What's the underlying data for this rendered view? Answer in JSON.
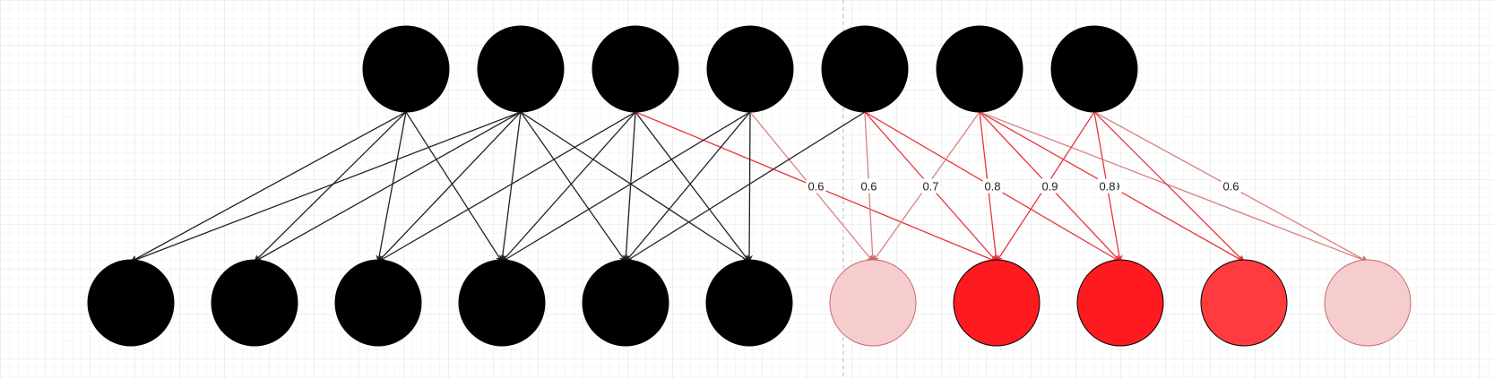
{
  "canvas": {
    "background": "#ffffff",
    "grid_minor": "#eeeeee",
    "grid_major": "#e3e3e3",
    "page_break_color": "#bdbdbd"
  },
  "colors": {
    "black": "#000000",
    "red_dark": "#ff1a20",
    "red_mid": "#ff3b40",
    "red_light": "#f6cdce",
    "edge_black": "#222222",
    "edge_red": "#e8353b",
    "edge_pink": "#d98080"
  },
  "top_nodes": [
    {
      "id": "t1",
      "fill": "#000000"
    },
    {
      "id": "t2",
      "fill": "#000000"
    },
    {
      "id": "t3",
      "fill": "#000000"
    },
    {
      "id": "t4",
      "fill": "#000000"
    },
    {
      "id": "t5",
      "fill": "#000000"
    },
    {
      "id": "t6",
      "fill": "#000000"
    },
    {
      "id": "t7",
      "fill": "#000000"
    }
  ],
  "bottom_nodes": [
    {
      "id": "b1",
      "fill": "#000000"
    },
    {
      "id": "b2",
      "fill": "#000000"
    },
    {
      "id": "b3",
      "fill": "#000000"
    },
    {
      "id": "b4",
      "fill": "#000000"
    },
    {
      "id": "b5",
      "fill": "#000000"
    },
    {
      "id": "b6",
      "fill": "#000000"
    },
    {
      "id": "b7",
      "fill": "#f6cdce"
    },
    {
      "id": "b8",
      "fill": "#ff1a20"
    },
    {
      "id": "b9",
      "fill": "#ff1a20"
    },
    {
      "id": "b10",
      "fill": "#ff3b40"
    },
    {
      "id": "b11",
      "fill": "#f6cdce"
    }
  ],
  "edges": [
    {
      "from": "t1",
      "to": "b1",
      "color": "black"
    },
    {
      "from": "t1",
      "to": "b2",
      "color": "black"
    },
    {
      "from": "t1",
      "to": "b3",
      "color": "black"
    },
    {
      "from": "t1",
      "to": "b4",
      "color": "black"
    },
    {
      "from": "t2",
      "to": "b1",
      "color": "black"
    },
    {
      "from": "t2",
      "to": "b2",
      "color": "black"
    },
    {
      "from": "t2",
      "to": "b3",
      "color": "black"
    },
    {
      "from": "t2",
      "to": "b4",
      "color": "black"
    },
    {
      "from": "t2",
      "to": "b5",
      "color": "black"
    },
    {
      "from": "t2",
      "to": "b6",
      "color": "black"
    },
    {
      "from": "t3",
      "to": "b3",
      "color": "black"
    },
    {
      "from": "t3",
      "to": "b4",
      "color": "black"
    },
    {
      "from": "t3",
      "to": "b5",
      "color": "black"
    },
    {
      "from": "t3",
      "to": "b6",
      "color": "black"
    },
    {
      "from": "t3",
      "to": "b8",
      "color": "red",
      "label": "0.6"
    },
    {
      "from": "t4",
      "to": "b4",
      "color": "black"
    },
    {
      "from": "t4",
      "to": "b5",
      "color": "black"
    },
    {
      "from": "t4",
      "to": "b6",
      "color": "black"
    },
    {
      "from": "t4",
      "to": "b7",
      "color": "pink"
    },
    {
      "from": "t5",
      "to": "b5",
      "color": "black"
    },
    {
      "from": "t5",
      "to": "b7",
      "color": "pink",
      "label": "0.6"
    },
    {
      "from": "t5",
      "to": "b8",
      "color": "red",
      "label": "0.7"
    },
    {
      "from": "t5",
      "to": "b9",
      "color": "red",
      "label": "0.8"
    },
    {
      "from": "t6",
      "to": "b7",
      "color": "pink"
    },
    {
      "from": "t6",
      "to": "b8",
      "color": "red"
    },
    {
      "from": "t6",
      "to": "b9",
      "color": "red",
      "label": "0.9"
    },
    {
      "from": "t6",
      "to": "b10",
      "color": "red",
      "label": "0.9"
    },
    {
      "from": "t6",
      "to": "b11",
      "color": "pink"
    },
    {
      "from": "t7",
      "to": "b8",
      "color": "red"
    },
    {
      "from": "t7",
      "to": "b9",
      "color": "red",
      "label": "0.8"
    },
    {
      "from": "t7",
      "to": "b10",
      "color": "red"
    },
    {
      "from": "t7",
      "to": "b11",
      "color": "pink",
      "label": "0.6"
    }
  ]
}
